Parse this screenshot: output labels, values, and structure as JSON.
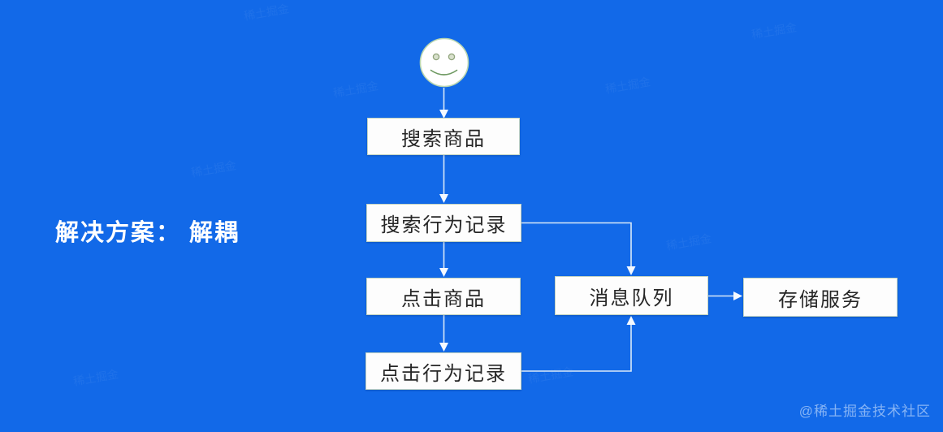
{
  "page": {
    "background_color": "#1269e8",
    "solution_label": "解决方案： 解耦",
    "watermark_credit": "@稀土掘金技术社区",
    "background_watermark": "稀土掘金"
  },
  "flowchart": {
    "actor_icon": "smiley-face",
    "nodes": [
      {
        "id": "search-product",
        "label": "搜索商品"
      },
      {
        "id": "search-behavior-record",
        "label": "搜索行为记录"
      },
      {
        "id": "click-product",
        "label": "点击商品"
      },
      {
        "id": "click-behavior-record",
        "label": "点击行为记录"
      },
      {
        "id": "message-queue",
        "label": "消息队列"
      },
      {
        "id": "storage-service",
        "label": "存储服务"
      }
    ],
    "edges": [
      {
        "from": "actor",
        "to": "search-product"
      },
      {
        "from": "search-product",
        "to": "search-behavior-record"
      },
      {
        "from": "search-behavior-record",
        "to": "click-product"
      },
      {
        "from": "click-product",
        "to": "click-behavior-record"
      },
      {
        "from": "search-behavior-record",
        "to": "message-queue"
      },
      {
        "from": "click-behavior-record",
        "to": "message-queue"
      },
      {
        "from": "message-queue",
        "to": "storage-service"
      }
    ],
    "colors": {
      "node_fill": "#fdfdfd",
      "node_border": "#c3d4c3",
      "node_text": "#262626",
      "arrow": "#d9e9f8",
      "arrowhead": "#f4f9ff"
    }
  }
}
